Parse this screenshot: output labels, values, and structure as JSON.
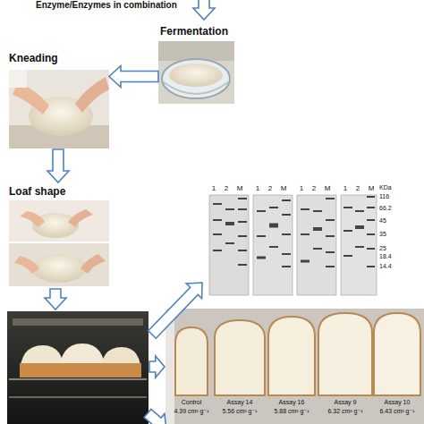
{
  "diagram": {
    "nodes": [
      {
        "text": [
          "Fermentation"
        ]
      },
      {
        "text": [
          "Kneading"
        ]
      },
      {
        "text": [
          "Loaf shape"
        ]
      }
    ],
    "edges": [
      {
        "from": 0,
        "to": 1,
        "arrow": "to"
      },
      {
        "from": 1,
        "to": 2,
        "arrow": "to"
      }
    ],
    "labels": [
      "Enzyme/Enzymes in combination",
      "1",
      "2",
      "M",
      "1",
      "2",
      "M",
      "1",
      "2",
      "M",
      "1",
      "2",
      "M",
      "KDa",
      "116",
      "66.2",
      "45",
      "35",
      "25",
      "18.4",
      "14.4",
      "Control",
      "4.39 cm³ g⁻¹",
      "Assay 14",
      "5.56 cm³ g⁻¹",
      "Assay 16",
      "5.88 cm³ g⁻¹",
      "Assay 9",
      "6.32 cm³ g⁻¹",
      "Assay 10",
      "6.43 cm³ g⁻¹"
    ]
  }
}
